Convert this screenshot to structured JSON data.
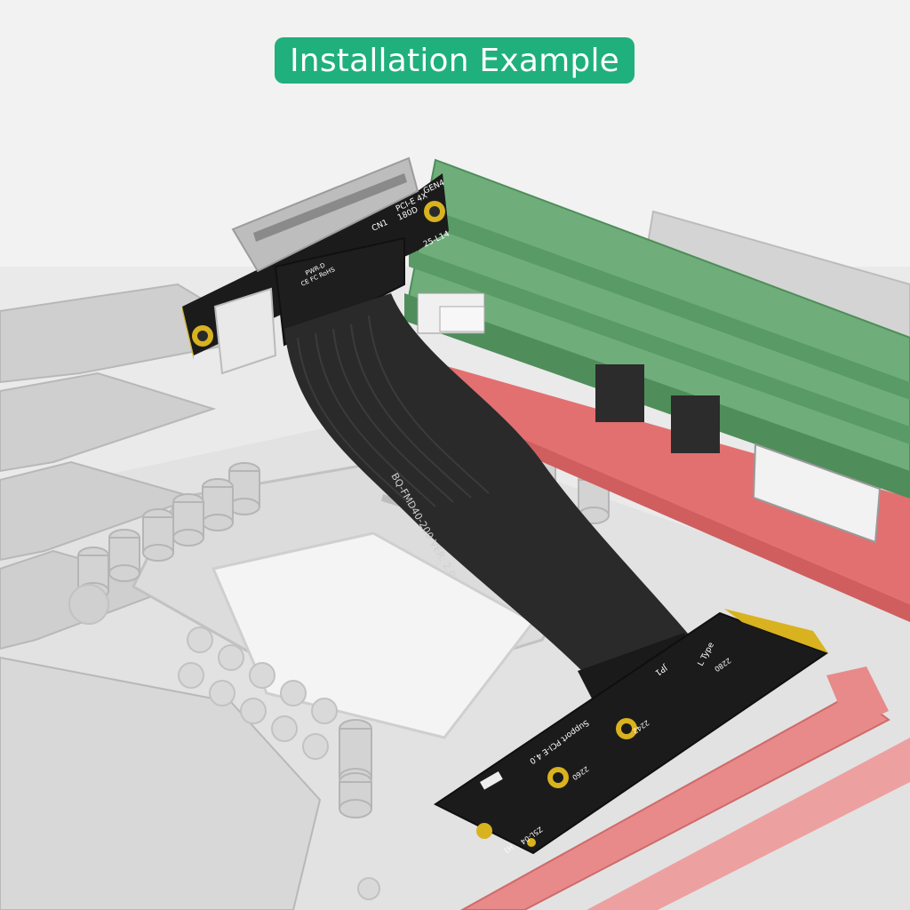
{
  "title": "Installation Example",
  "colors": {
    "title_bg": "#20b07d",
    "title_text": "#ffffff",
    "board": "#e6e6e6",
    "ram_green": "#5fa36f",
    "ram_slot_red": "#e56b6b",
    "pcb_black": "#1b1b1b",
    "cable": "#2a2a2a",
    "gold": "#d9b21f"
  },
  "riser_top": {
    "slot_label": "PCI-E 4X",
    "gen_label": "GEN4",
    "angle_label": "180D",
    "cn_label": "CN1",
    "model_label": "25-L14",
    "chip_label_1": "PWR-D",
    "chip_label_2": "CE FC RoHS"
  },
  "cable": {
    "print": "BQ-FMD40-200  VER: 2.0"
  },
  "m2_board": {
    "type_label": "L Type",
    "size_2280": "2280",
    "size_2242": "2242",
    "size_2260": "2260",
    "jp_label": "JP1",
    "support_label": "Support PCI-E 4.0",
    "model_label": "Z5L-04",
    "h_label": "H1"
  }
}
